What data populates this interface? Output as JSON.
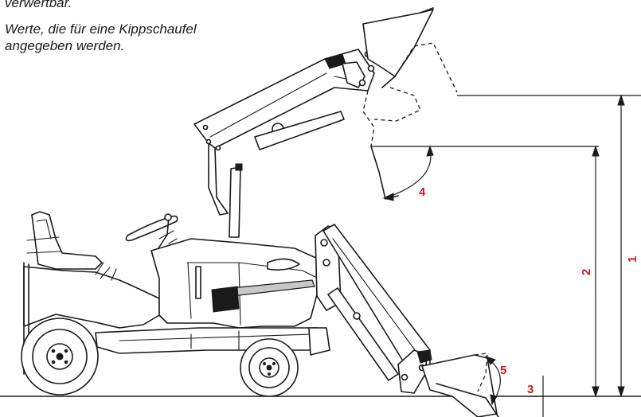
{
  "notes": {
    "top_fragment": "verwertbar.",
    "main_line1": "Werte, die für eine Kippschaufel",
    "main_line2": "angegeben werden."
  },
  "dimensions": {
    "d1": "1",
    "d2": "2",
    "d3": "3",
    "d4": "4",
    "d5": "5"
  },
  "colors": {
    "dimension_label": "#cc1a1a",
    "line_art": "#1a1a1a"
  }
}
